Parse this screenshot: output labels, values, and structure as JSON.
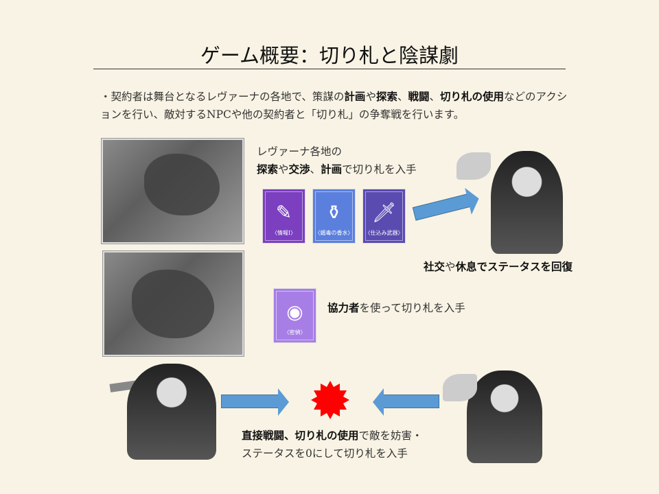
{
  "title": "ゲーム概要：切り札と陰謀劇",
  "intro": {
    "p1": "・契約者は舞台となるレヴァーナの各地で、策謀の",
    "b1": "計画",
    "p2": "や",
    "b2": "探索",
    "p3": "、",
    "b3": "戦闘",
    "p4": "、",
    "b4": "切り札の使用",
    "p5": "などのアクションを行い、敵対するNPCや他の契約者と「切り札」の争奪戦を行います。"
  },
  "section1": {
    "line1": "レヴァーナ各地の",
    "b1": "探索",
    "t1": "や",
    "b2": "交渉",
    "t2": "、",
    "b3": "計画",
    "t3": "で切り札を入手"
  },
  "cards": [
    {
      "label": "〈情報Ⅰ〉",
      "color": "#7b3fc0",
      "icon": "note-pen-icon"
    },
    {
      "label": "〈媚毒の香水〉",
      "color": "#5b7fdd",
      "icon": "perfume-icon"
    },
    {
      "label": "〈仕込み武器〉",
      "color": "#5a4bb0",
      "icon": "dagger-icon"
    }
  ],
  "section2": {
    "b1": "社交",
    "t1": "や",
    "b2": "休息",
    "t2": "でステータスを回復"
  },
  "section3": {
    "card": {
      "label": "〈密偵〉",
      "color": "#a77ee6",
      "icon": "spy-icon"
    },
    "b1": "協力者",
    "t1": "を使って切り札を入手"
  },
  "section4": {
    "b1": "直接戦闘、切り札の使用",
    "t1": "で敵を妨害・",
    "line2": "ステータスを0にして切り札を入手"
  },
  "colors": {
    "arrow": "#5b9bd5",
    "burst": "#ff0000",
    "background": "#f8f3e4"
  }
}
